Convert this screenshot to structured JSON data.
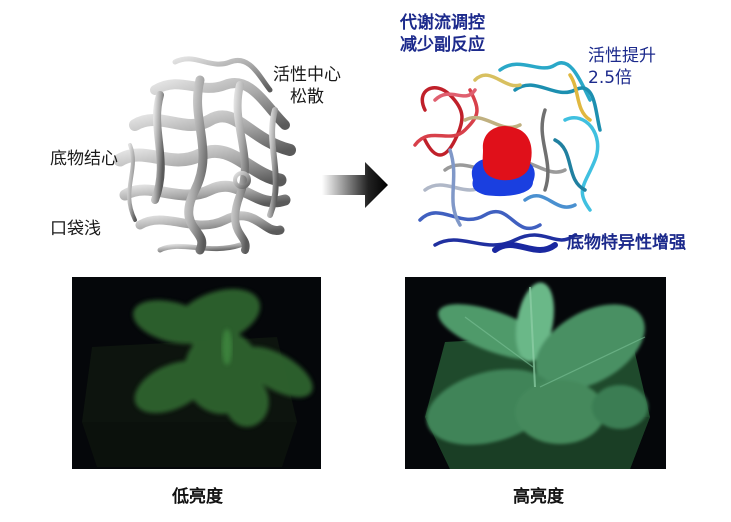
{
  "figure": {
    "before_structure": {
      "label_active_center": [
        "活性中心",
        "松散"
      ],
      "label_substrate_pocket": [
        "底物结心",
        "口袋浅"
      ]
    },
    "arrow": {
      "direction": "right"
    },
    "after_structure": {
      "label_metabolic": [
        "代谢流调控",
        "减少副反应"
      ],
      "label_activity": [
        "活性提升",
        "2.5倍"
      ],
      "label_specificity": "底物特异性增强"
    },
    "photos": [
      {
        "caption": "低亮度",
        "brightness": "low"
      },
      {
        "caption": "高亮度",
        "brightness": "high"
      }
    ],
    "colors": {
      "annotation_blue": "#1c2a8c",
      "annotation_dark": "#1a1a1a",
      "glow_green_low": "#2f6a32",
      "glow_green_high": "#4f9a6a",
      "panel_bg": "#05070a",
      "active_site_red": "#e0101a",
      "active_site_blue": "#1a3fe0"
    }
  }
}
